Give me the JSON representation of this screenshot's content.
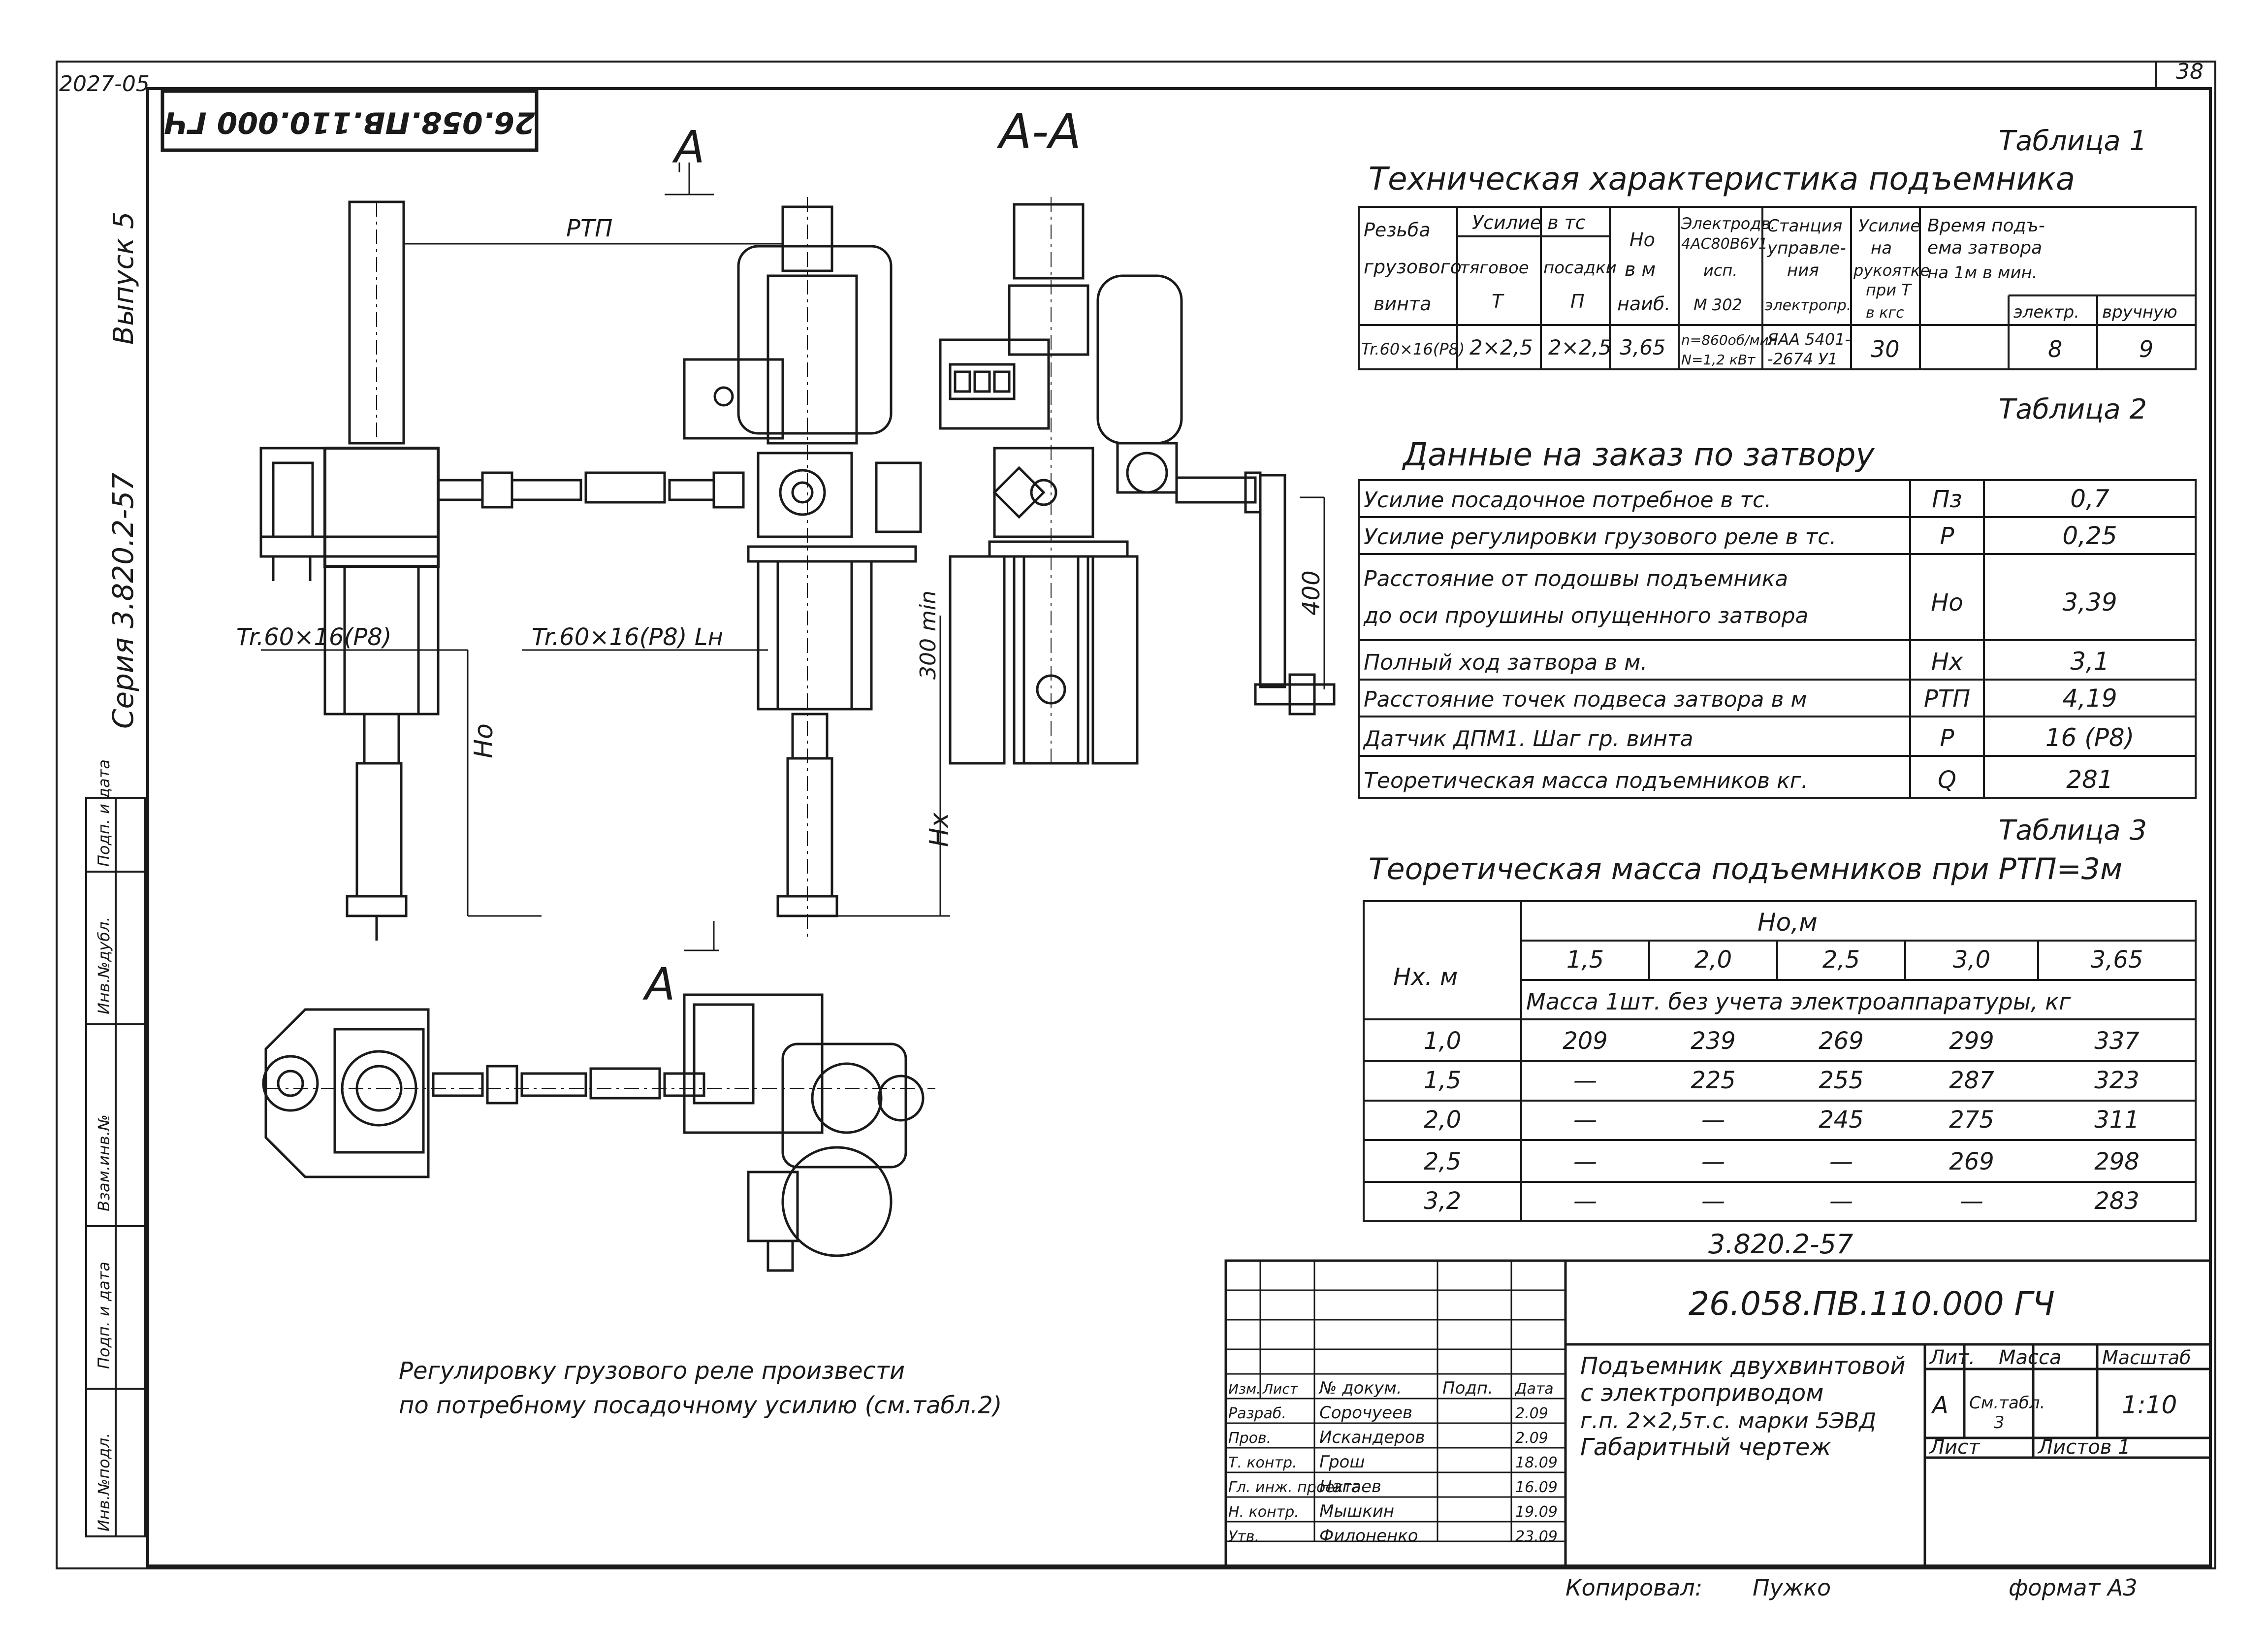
{
  "sheet": {
    "corner_left": "2027-05",
    "page_no": "38",
    "doc_code_rotated": "26.058.ПВ.110.000 ГЧ",
    "series_label": "Серия  3.820.2-57",
    "issue_label": "Выпуск 5",
    "left_stamp": [
      "Инв.№подл.",
      "Подп. и дата",
      "Взам.инв.№",
      "Инв.№дубл.",
      "Подп. и дата"
    ],
    "format_label": "формат  А3",
    "copied_label": "Копировал:",
    "copied_name": "Пужко"
  },
  "drawing": {
    "section_mark_top": "А",
    "section_mark_bottom": "А",
    "section_title": "А-А",
    "rtp_label": "РТП",
    "thread_left": "Tr.60×16(P8)",
    "thread_mid": "Tr.60×16(P8) Lн",
    "ho_label": "Но",
    "hx_label": "Нх",
    "dim_300": "300 min",
    "dim_400": "400",
    "note_line1": "Регулировку  грузового  реле  произвести",
    "note_line2": "по  потребному  посадочному  усилию (см.табл.2)"
  },
  "table1": {
    "caption": "Таблица 1",
    "title": "Техническая  характеристика  подъемника",
    "h_thread": [
      "Резьба",
      "грузового",
      "винта"
    ],
    "h_force": "Усилие в тс",
    "h_traction": [
      "тяговое",
      "Т"
    ],
    "h_seat": [
      "посадки",
      "П"
    ],
    "h_ho": [
      "Но",
      "в м",
      "наиб."
    ],
    "h_motor": [
      "Электродв.",
      "4АС80В6У1",
      "исп.",
      "М 302"
    ],
    "h_station": [
      "Станция",
      "управле-",
      "ния",
      "электропр."
    ],
    "h_handle": [
      "Усилие",
      "на",
      "рукоятке",
      "при Т",
      "в кгс"
    ],
    "h_time": [
      "Время  подъ-",
      "ема  затвора",
      "на 1м в  мин."
    ],
    "h_elec": "электр.",
    "h_manual": "вручную",
    "row": {
      "thread": "Tr.60×16(P8)",
      "traction": "2×2,5",
      "seat": "2×2,5",
      "ho": "3,65",
      "motor": [
        "n=860об/мин",
        "N=1,2 кВт"
      ],
      "station": [
        "ЯАА 5401-",
        "-2674 У1"
      ],
      "handle": "30",
      "elec": "8",
      "manual": "9"
    }
  },
  "table2": {
    "caption": "Таблица 2",
    "title": "Данные  на  заказ  по  затвору",
    "rows": [
      {
        "label": [
          "Усилие  посадочное  потребное  в тс."
        ],
        "sym": "Пз",
        "val": "0,7"
      },
      {
        "label": [
          "Усилие  регулировки  грузового  реле в тс."
        ],
        "sym": "Р",
        "val": "0,25"
      },
      {
        "label": [
          "Расстояние  от  подошвы  подъемника",
          "до оси проушины опущенного  затвора"
        ],
        "sym": "Но",
        "val": "3,39"
      },
      {
        "label": [
          "Полный  ход  затвора  в м."
        ],
        "sym": "Нх",
        "val": "3,1"
      },
      {
        "label": [
          "Расстояние  точек подвеса  затвора в м"
        ],
        "sym": "РТП",
        "val": "4,19"
      },
      {
        "label": [
          "Датчик  ДПМ1.  Шаг гр. винта"
        ],
        "sym": "Р",
        "val": "16 (Р8)"
      },
      {
        "label": [
          "Теоретическая  масса  подъемников  кг."
        ],
        "sym": "Q",
        "val": "281"
      }
    ]
  },
  "table3": {
    "caption": "Таблица 3",
    "title": "Теоретическая масса подъемников при РТП=3м",
    "h_hx": "Нх. м",
    "h_ho": "Но,м",
    "ho_values": [
      "1,5",
      "2,0",
      "2,5",
      "3,0",
      "3,65"
    ],
    "subheader": "Масса 1шт. без учета электроаппаратуры, кг",
    "rows": [
      {
        "hx": "1,0",
        "vals": [
          "209",
          "239",
          "269",
          "299",
          "337"
        ]
      },
      {
        "hx": "1,5",
        "vals": [
          "—",
          "225",
          "255",
          "287",
          "323"
        ]
      },
      {
        "hx": "2,0",
        "vals": [
          "—",
          "—",
          "245",
          "275",
          "311"
        ]
      },
      {
        "hx": "2,5",
        "vals": [
          "—",
          "—",
          "—",
          "269",
          "298"
        ]
      },
      {
        "hx": "3,2",
        "vals": [
          "—",
          "—",
          "—",
          "—",
          "283"
        ]
      }
    ]
  },
  "title_block": {
    "series": "3.820.2-57",
    "doc_code": "26.058.ПВ.110.000 ГЧ",
    "name": [
      "Подъемник  двухвинтовой",
      "с  электроприводом",
      "г.п. 2×2,5т.с.  марки  5ЭВД",
      "Габаритный  чертеж"
    ],
    "h_lit": "Лит.",
    "h_mass": "Масса",
    "h_scale": "Масштаб",
    "lit": "А",
    "mass": [
      "См.табл.",
      "3"
    ],
    "scale": "1:10",
    "sheet": "Лист",
    "sheets": "Листов  1",
    "header_row": [
      "Изм.",
      "Лист",
      "№ докум.",
      "Подп.",
      "Дата"
    ],
    "signatures": [
      {
        "role": "Разраб.",
        "name": "Сорочуеев",
        "date": "2.09"
      },
      {
        "role": "Пров.",
        "name": "Искандеров",
        "date": "2.09"
      },
      {
        "role": "Т. контр.",
        "name": "Грош",
        "date": "18.09"
      },
      {
        "role": "Гл. инж. проекта",
        "name": "Нагаев",
        "date": "16.09"
      },
      {
        "role": "Н. контр.",
        "name": "Мышкин",
        "date": "19.09"
      },
      {
        "role": "Утв.",
        "name": "Филоненко",
        "date": "23.09"
      }
    ]
  }
}
